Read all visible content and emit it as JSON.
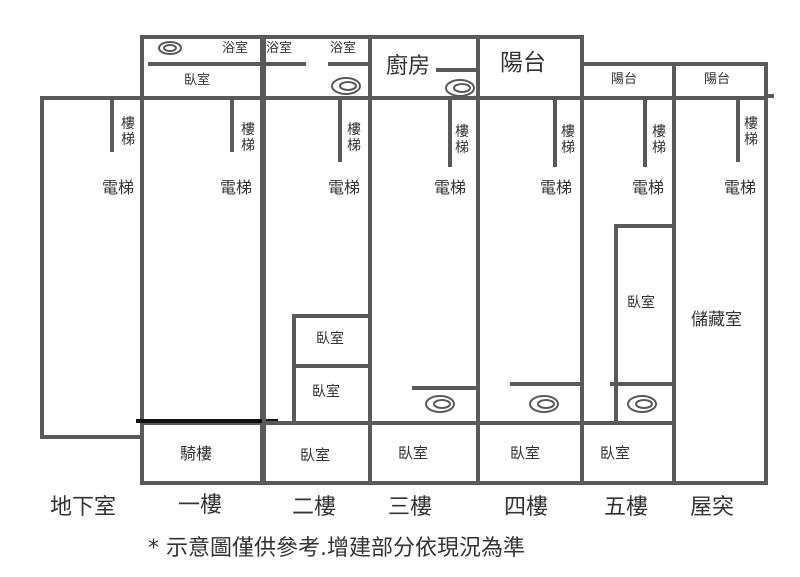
{
  "labels": {
    "stair": "樓梯",
    "elevator": "電梯",
    "bedroom": "臥室",
    "bath": "浴室",
    "kitchen": "廚房",
    "balcony": "陽台",
    "storage": "儲藏室",
    "arcade": "騎樓"
  },
  "floors": [
    "地下室",
    "一樓",
    "二樓",
    "三樓",
    "四樓",
    "五樓",
    "屋突"
  ],
  "note": "* 示意圖僅供參考.增建部分依現況為準",
  "colors": {
    "wall": "#595959",
    "text": "#333333",
    "arcade_line": "#111111"
  }
}
